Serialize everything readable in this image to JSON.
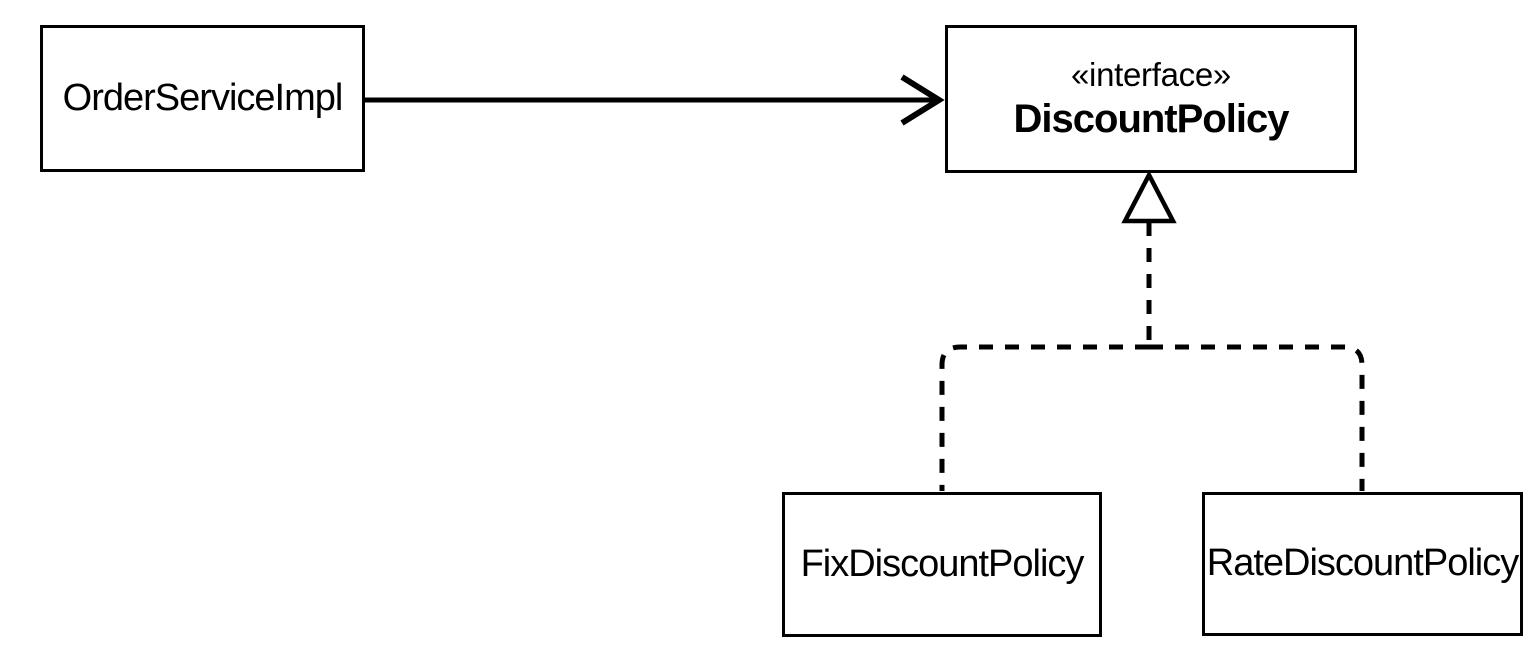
{
  "diagram": {
    "type": "uml-class-diagram",
    "colors": {
      "stroke": "#000000",
      "fill": "#ffffff",
      "text": "#000000",
      "background": "#ffffff"
    },
    "nodes": {
      "order_service_impl": {
        "label": "OrderServiceImpl"
      },
      "discount_policy": {
        "stereotype": "«interface»",
        "label": "DiscountPolicy"
      },
      "fix_discount_policy": {
        "label": "FixDiscountPolicy"
      },
      "rate_discount_policy": {
        "label": "RateDiscountPolicy"
      }
    },
    "edges": [
      {
        "from": "OrderServiceImpl",
        "to": "DiscountPolicy",
        "relation": "association",
        "line": "solid",
        "arrowhead": "open-arrow"
      },
      {
        "from": "FixDiscountPolicy",
        "to": "DiscountPolicy",
        "relation": "realization",
        "line": "dashed",
        "arrowhead": "hollow-triangle"
      },
      {
        "from": "RateDiscountPolicy",
        "to": "DiscountPolicy",
        "relation": "realization",
        "line": "dashed",
        "arrowhead": "hollow-triangle"
      }
    ]
  }
}
